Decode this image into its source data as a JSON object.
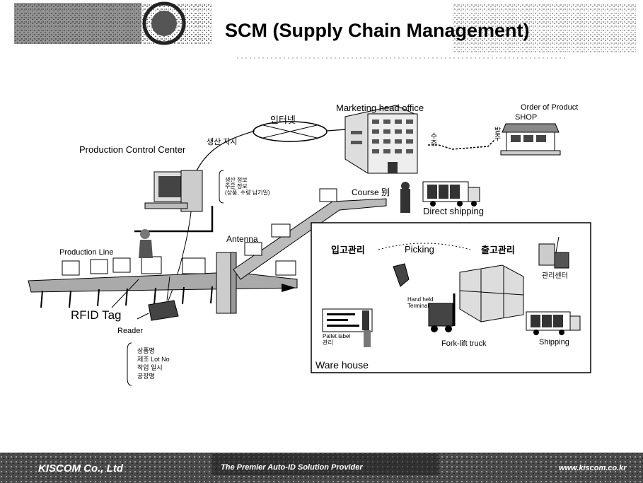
{
  "header": {
    "title": "SCM (Supply Chain Management)"
  },
  "diagram": {
    "internet_label": "인터넷",
    "production_order_label": "생산 지시",
    "production_control_center": "Production Control Center",
    "production_info_lines": [
      "생산 정보",
      "주문 정보",
      "(상품, 수량 납기일)"
    ],
    "marketing_head_office": "Marketing head office",
    "receive_order_label": "수주",
    "place_order_label": "발주",
    "order_of_product": "Order of Product",
    "shop_label": "SHOP",
    "course_label": "Course 别",
    "direct_shipping": "Direct shipping",
    "antenna": "Antenna",
    "production_line": "Production Line",
    "rfid_tag": "RFID Tag",
    "reader": "Reader",
    "tag_info_lines": [
      "상품명",
      "제조 Lot No",
      "작업 일시",
      "공장명"
    ],
    "warehouse": {
      "title": "Ware house",
      "receiving": "입고관리",
      "picking": "Picking",
      "shipping_mgmt": "출고관리",
      "management_center": "관리센터",
      "handheld_lines": [
        "Hand held",
        "Terminal"
      ],
      "pallet_label_lines": [
        "Pallet label",
        "관리"
      ],
      "forklift": "Fork-lift truck",
      "shipping": "Shipping"
    }
  },
  "footer": {
    "company": "KISCOM Co., Ltd",
    "tagline": "The Premier Auto-ID Solution Provider",
    "url": "www.kiscom.co.kr"
  },
  "colors": {
    "ink": "#000000",
    "footer_bg": "#3a3a3a",
    "paper": "#ffffff"
  }
}
